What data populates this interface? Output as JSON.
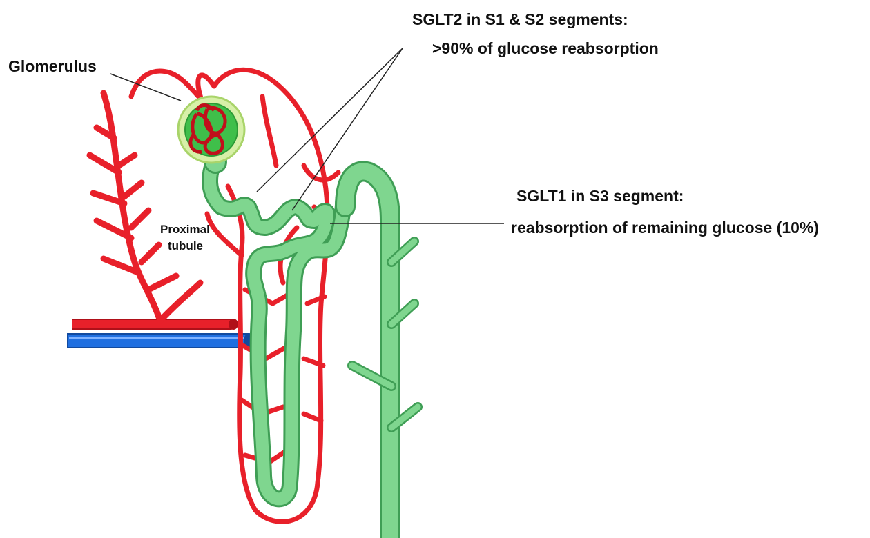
{
  "labels": {
    "glomerulus": "Glomerulus",
    "proximal_line1": "Proximal",
    "proximal_line2": "tubule",
    "sglt2_line1": "SGLT2 in S1 & S2 segments:",
    "sglt2_line2": ">90% of glucose reabsorption",
    "sglt1_line1": "SGLT1 in S3 segment:",
    "sglt1_line2": "reabsorption of remaining glucose (10%)"
  },
  "colors": {
    "artery_red": "#e8202a",
    "artery_dark": "#b01019",
    "vein_blue": "#1f6fe0",
    "vein_light": "#7fb2ff",
    "tubule_green": "#7fd68f",
    "tubule_dark": "#3f9e55",
    "glomerulus_capsule": "#d7f0a8",
    "glomerulus_inner": "#3fbf4a",
    "leader_line": "#222222"
  }
}
